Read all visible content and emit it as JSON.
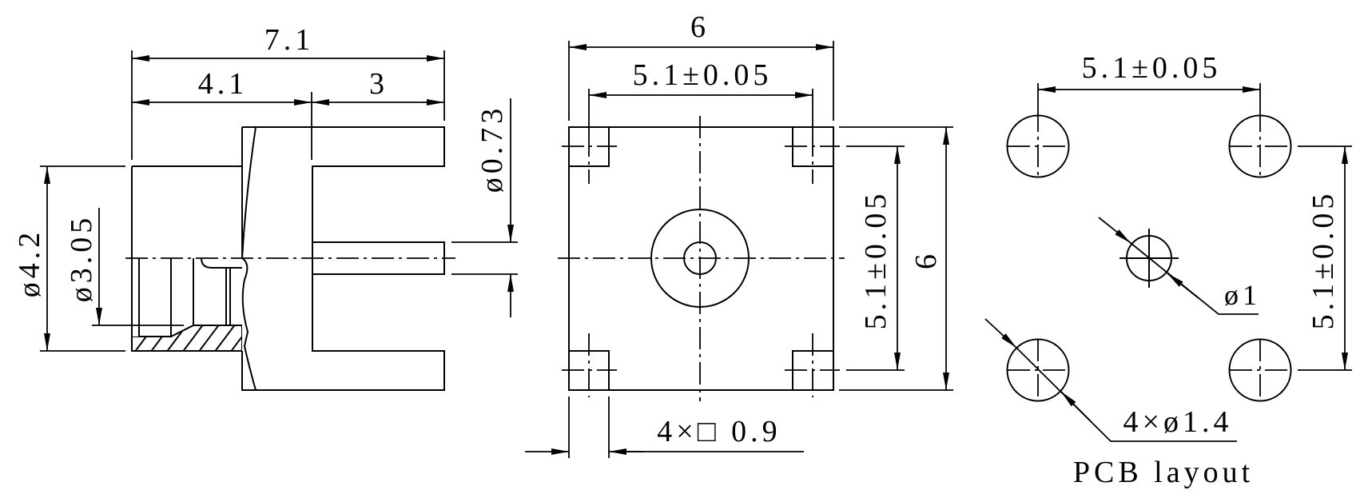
{
  "side_view": {
    "overall_length": "7.1",
    "body_length": "4.1",
    "pin_length": "3",
    "outer_diameter": "ø4.2",
    "inner_diameter": "ø3.05",
    "pin_diameter": "ø0.73"
  },
  "bottom_view": {
    "overall_width": "6",
    "pin_spacing_horizontal": "5.1±0.05",
    "pin_spacing_vertical": "5.1±0.05",
    "overall_height": "6",
    "square_pin_size": "4×□ 0.9"
  },
  "pcb_layout": {
    "spacing_horizontal": "5.1±0.05",
    "spacing_vertical": "5.1±0.05",
    "center_hole": "ø1",
    "corner_holes": "4×ø1.4",
    "title": "PCB layout"
  },
  "colors": {
    "line": "#000000",
    "background": "#ffffff"
  }
}
